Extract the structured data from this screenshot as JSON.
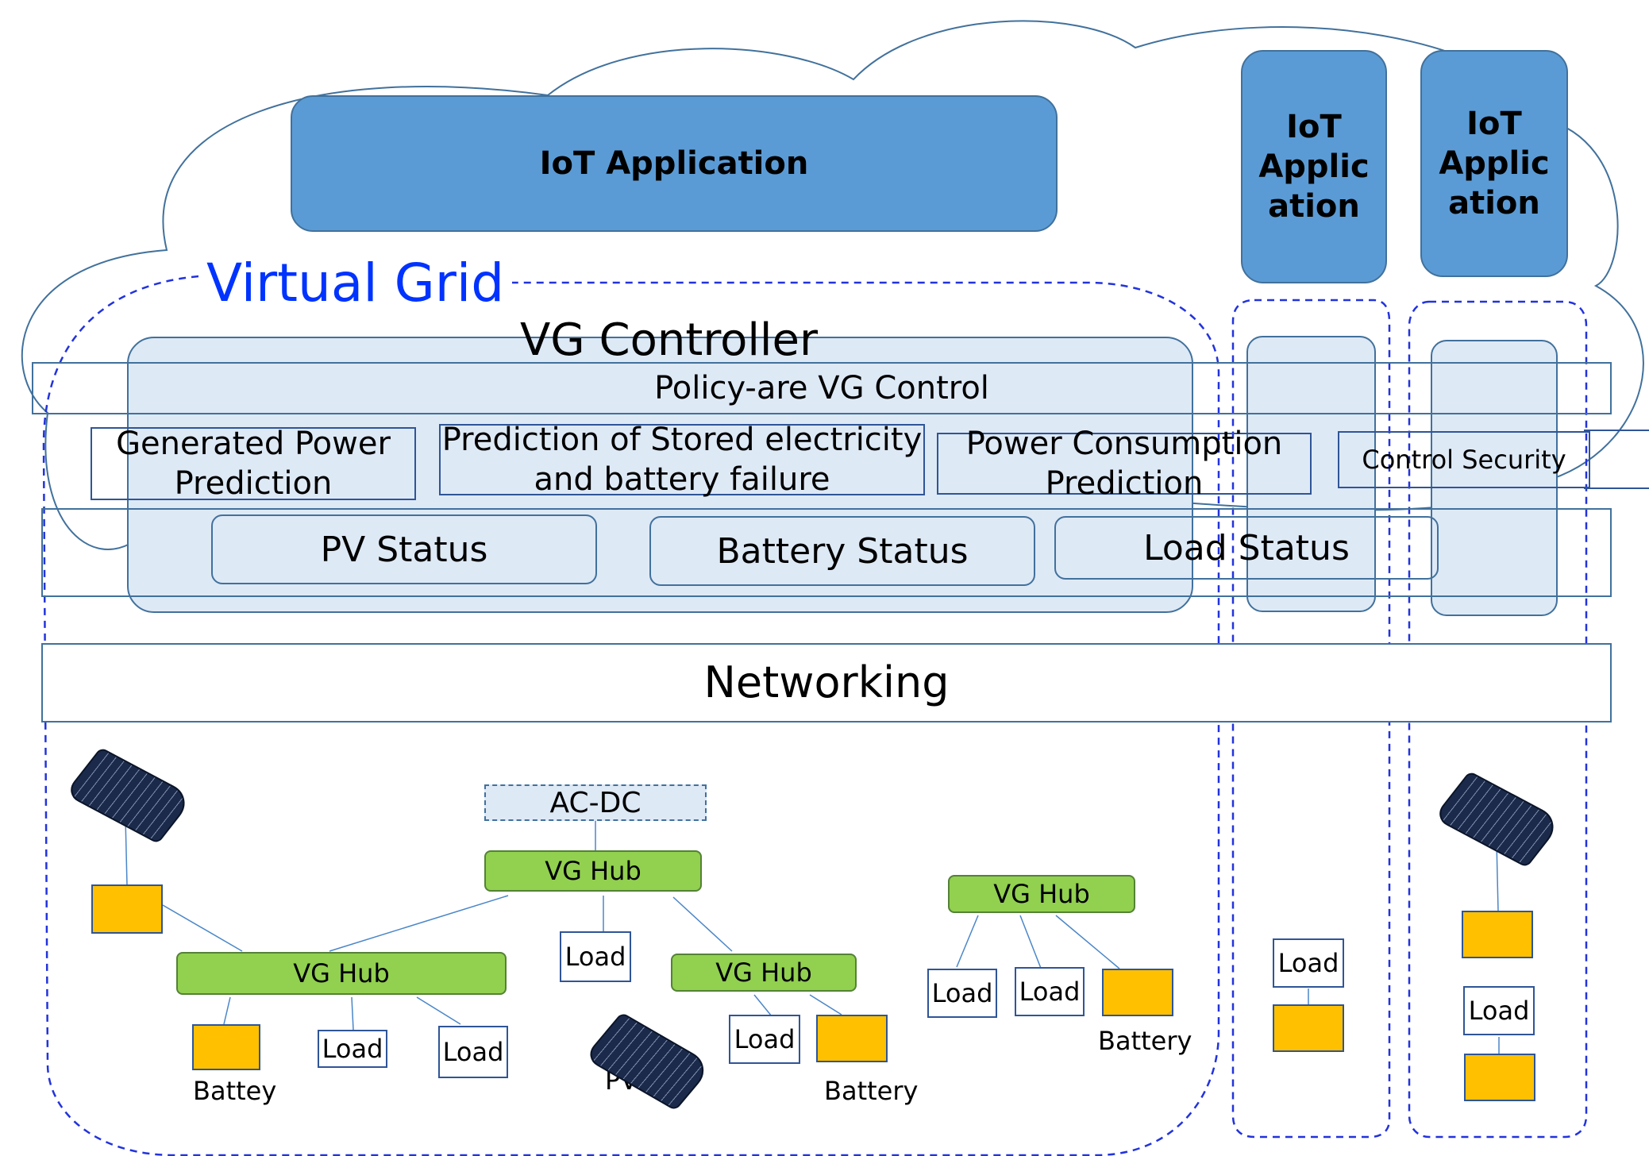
{
  "iot_main": "IoT Application",
  "iot_small_1": "IoT Applic ation",
  "iot_small_2": "IoT Applic ation",
  "virtual_grid": "Virtual Grid",
  "vg_controller": "VG Controller",
  "policy": "Policy-are VG Control",
  "pred_generated": "Generated Power Prediction",
  "pred_stored": "Prediction of Stored electricity and battery failure",
  "pred_consumption": "Power Consumption Prediction",
  "control_security": "Control Security",
  "pv_status": "PV Status",
  "battery_status": "Battery Status",
  "load_status": "Load Status",
  "networking": "Networking",
  "ac_dc": "AC-DC",
  "vg_hub_top": "VG Hub",
  "vg_hub_left": "VG Hub",
  "vg_hub_mid": "VG Hub",
  "vg_hub_right": "VG Hub",
  "load_label": "Load",
  "battey_label": "Battey",
  "battery_label": "Battery",
  "pv_label": "PV",
  "colors": {
    "iot": "#5b9bd5",
    "controller": "#dee9f6",
    "hub": "#92d050",
    "battery": "#ffc000",
    "virtual_grid": "#0033ff"
  }
}
